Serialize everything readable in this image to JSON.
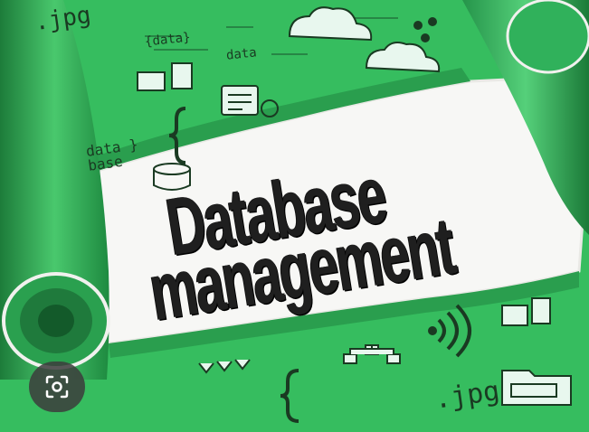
{
  "headline": {
    "line1": "Database",
    "line2": "management"
  },
  "doodles": {
    "jpg_top": ".jpg",
    "data_brace": "{data}",
    "data_tag": "data",
    "data_base": "data\nbase",
    "jpg_bottom": ".jpg"
  },
  "colors": {
    "paper_green": "#36bd5f",
    "dark_green": "#1f7a3c",
    "torn_white": "#ffffff",
    "text_dark": "#1f1f1f"
  },
  "icons": [
    "cloud-icon",
    "database-icon",
    "document-icon",
    "brace-icon",
    "network-icon",
    "wifi-icon",
    "folder-icon",
    "arrows-icon",
    "lens-icon"
  ]
}
